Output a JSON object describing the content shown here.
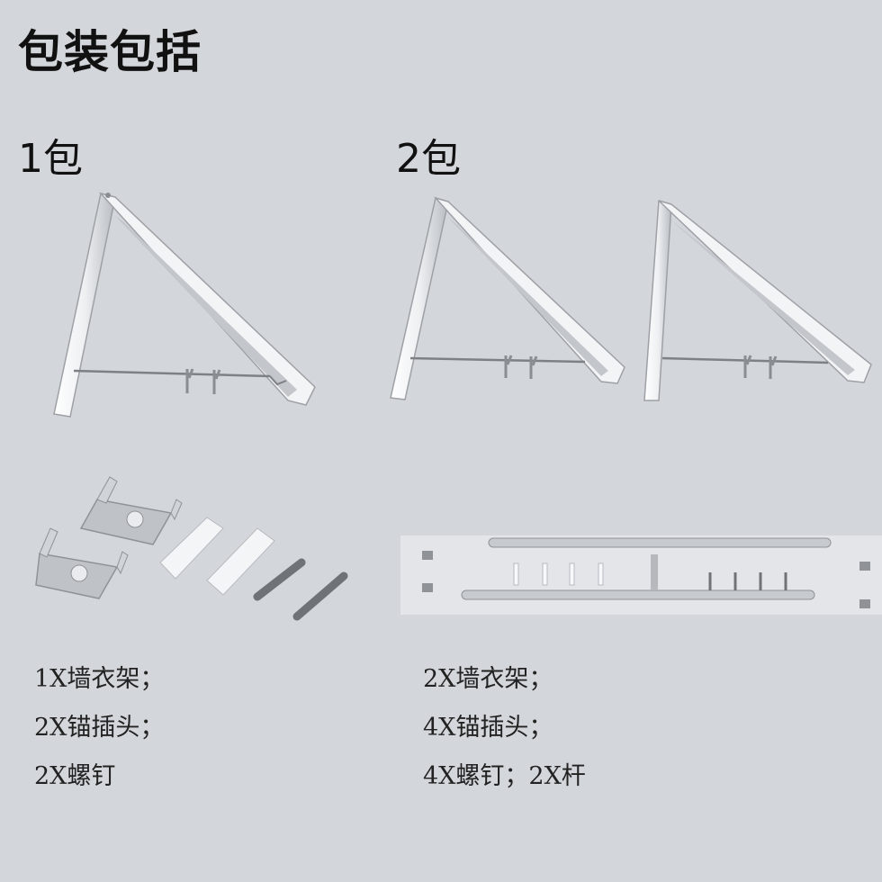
{
  "title": "包装包括",
  "pack1": {
    "label": "1包",
    "contents": [
      "1X墙衣架；",
      "2X锚插头；",
      "2X螺钉"
    ]
  },
  "pack2": {
    "label": "2包",
    "contents": [
      "2X墙衣架；",
      "4X锚插头；",
      "4X螺钉；2X杆"
    ]
  },
  "colors": {
    "background": "#d3d6da",
    "metal": "#eef0f2",
    "metal_shadow": "#a9adb2",
    "text": "#111111"
  }
}
